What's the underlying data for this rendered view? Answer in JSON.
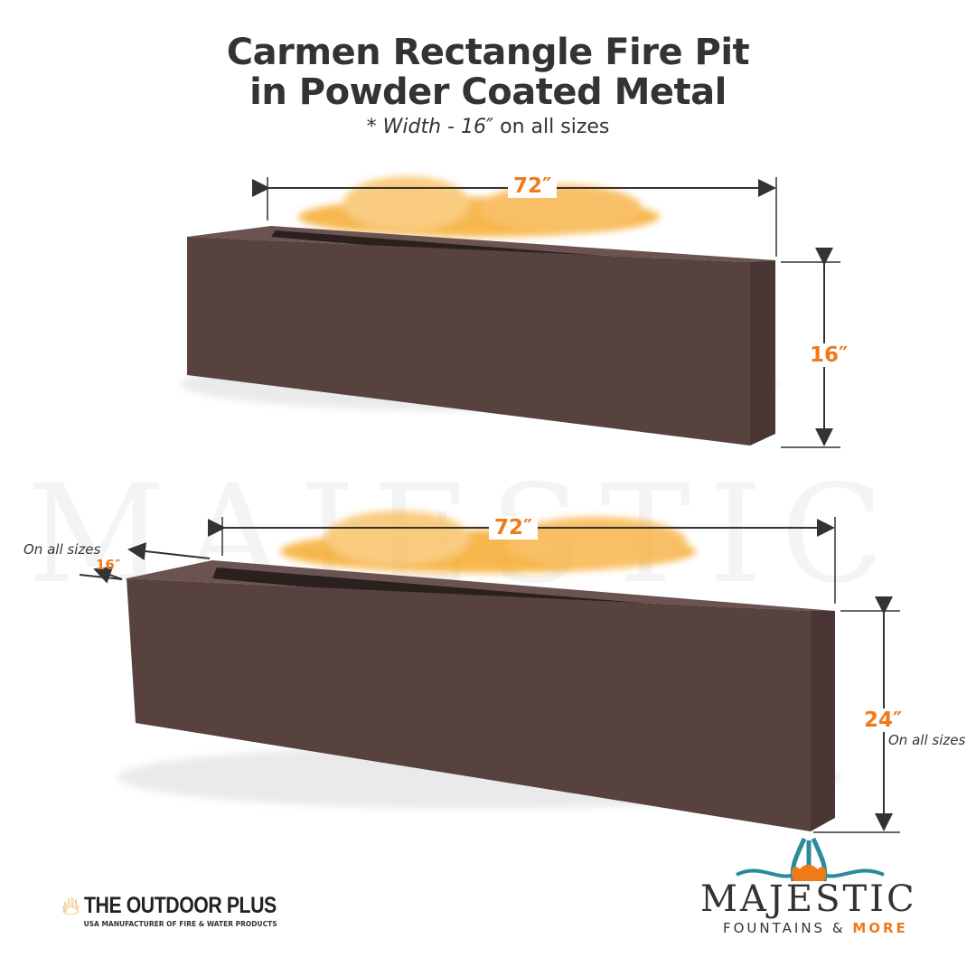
{
  "title": {
    "line1": "Carmen Rectangle Fire Pit",
    "line2": "in Powder Coated Metal"
  },
  "subtitle": {
    "prefix": "* Width - 16″",
    "suffix": "on all sizes"
  },
  "top_product": {
    "length": "72″",
    "height": "16″"
  },
  "bottom_product": {
    "length": "72″",
    "width": "16″",
    "width_note": "On all sizes",
    "height": "24″",
    "height_note": "On all sizes"
  },
  "watermark": "MAJESTIC",
  "logos": {
    "outdoor_plus": {
      "name": "THE OUTDOOR PLUS",
      "tagline": "USA MANUFACTURER OF FIRE & WATER PRODUCTS"
    },
    "majestic": {
      "name": "MAJESTIC",
      "sub1": "FOUNTAINS &",
      "sub2": "MORE"
    }
  },
  "colors": {
    "metal": "#574240",
    "accent": "#f07a1a",
    "teal": "#2b8b9a",
    "text": "#333333"
  }
}
